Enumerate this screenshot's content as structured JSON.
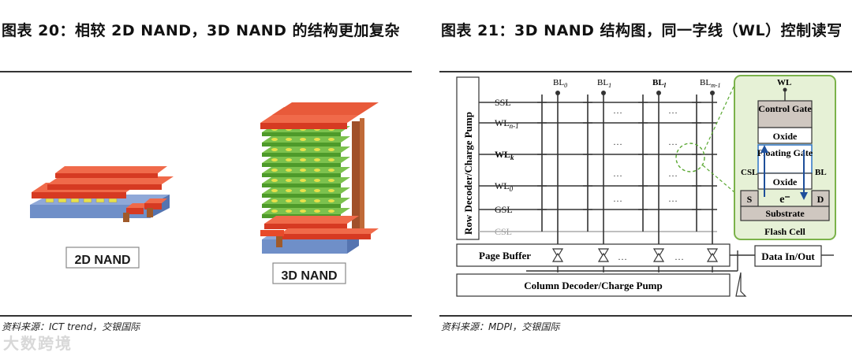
{
  "left": {
    "title": "图表 20：相较 2D NAND，3D NAND 的结构更加复杂",
    "source": "资料来源：ICT trend，交银国际",
    "labels": {
      "nand2d": "2D NAND",
      "nand3d": "3D NAND"
    }
  },
  "right": {
    "title": "图表 21：3D NAND 结构图，同一字线（WL）控制读写",
    "source": "资料来源：MDPI，交银国际",
    "diagram": {
      "row_decoder": "Row Decoder/Charge Pump",
      "rows": [
        "SSL",
        "WLn-1",
        "WLk",
        "WL0",
        "GSL",
        "CSL"
      ],
      "bitlines": [
        "BL0",
        "BL1",
        "BLl",
        "BLm-1"
      ],
      "page_buffer": "Page Buffer",
      "column_decoder": "Column Decoder/Charge Pump",
      "data_io": "Data In/Out",
      "flash_cell": {
        "wl": "WL",
        "control_gate": "Control Gate",
        "oxide_top": "Oxide",
        "floating_gate": "Floating Gate",
        "oxide_bottom": "Oxide",
        "csl": "CSL",
        "bl": "BL",
        "source": "S",
        "drain": "D",
        "electron": "e⁻",
        "substrate": "Substrate",
        "caption": "Flash Cell"
      },
      "ellipsis": "…"
    }
  },
  "watermark": "大数跨境",
  "colors": {
    "red": "#e8452c",
    "green": "#5aa832",
    "blue": "#6f8fc8",
    "yellow": "#e8e04a",
    "cell_green_border": "#7bb24a",
    "cell_green_fill": "#e6f1d6",
    "floating_border": "#3a7cc8"
  }
}
